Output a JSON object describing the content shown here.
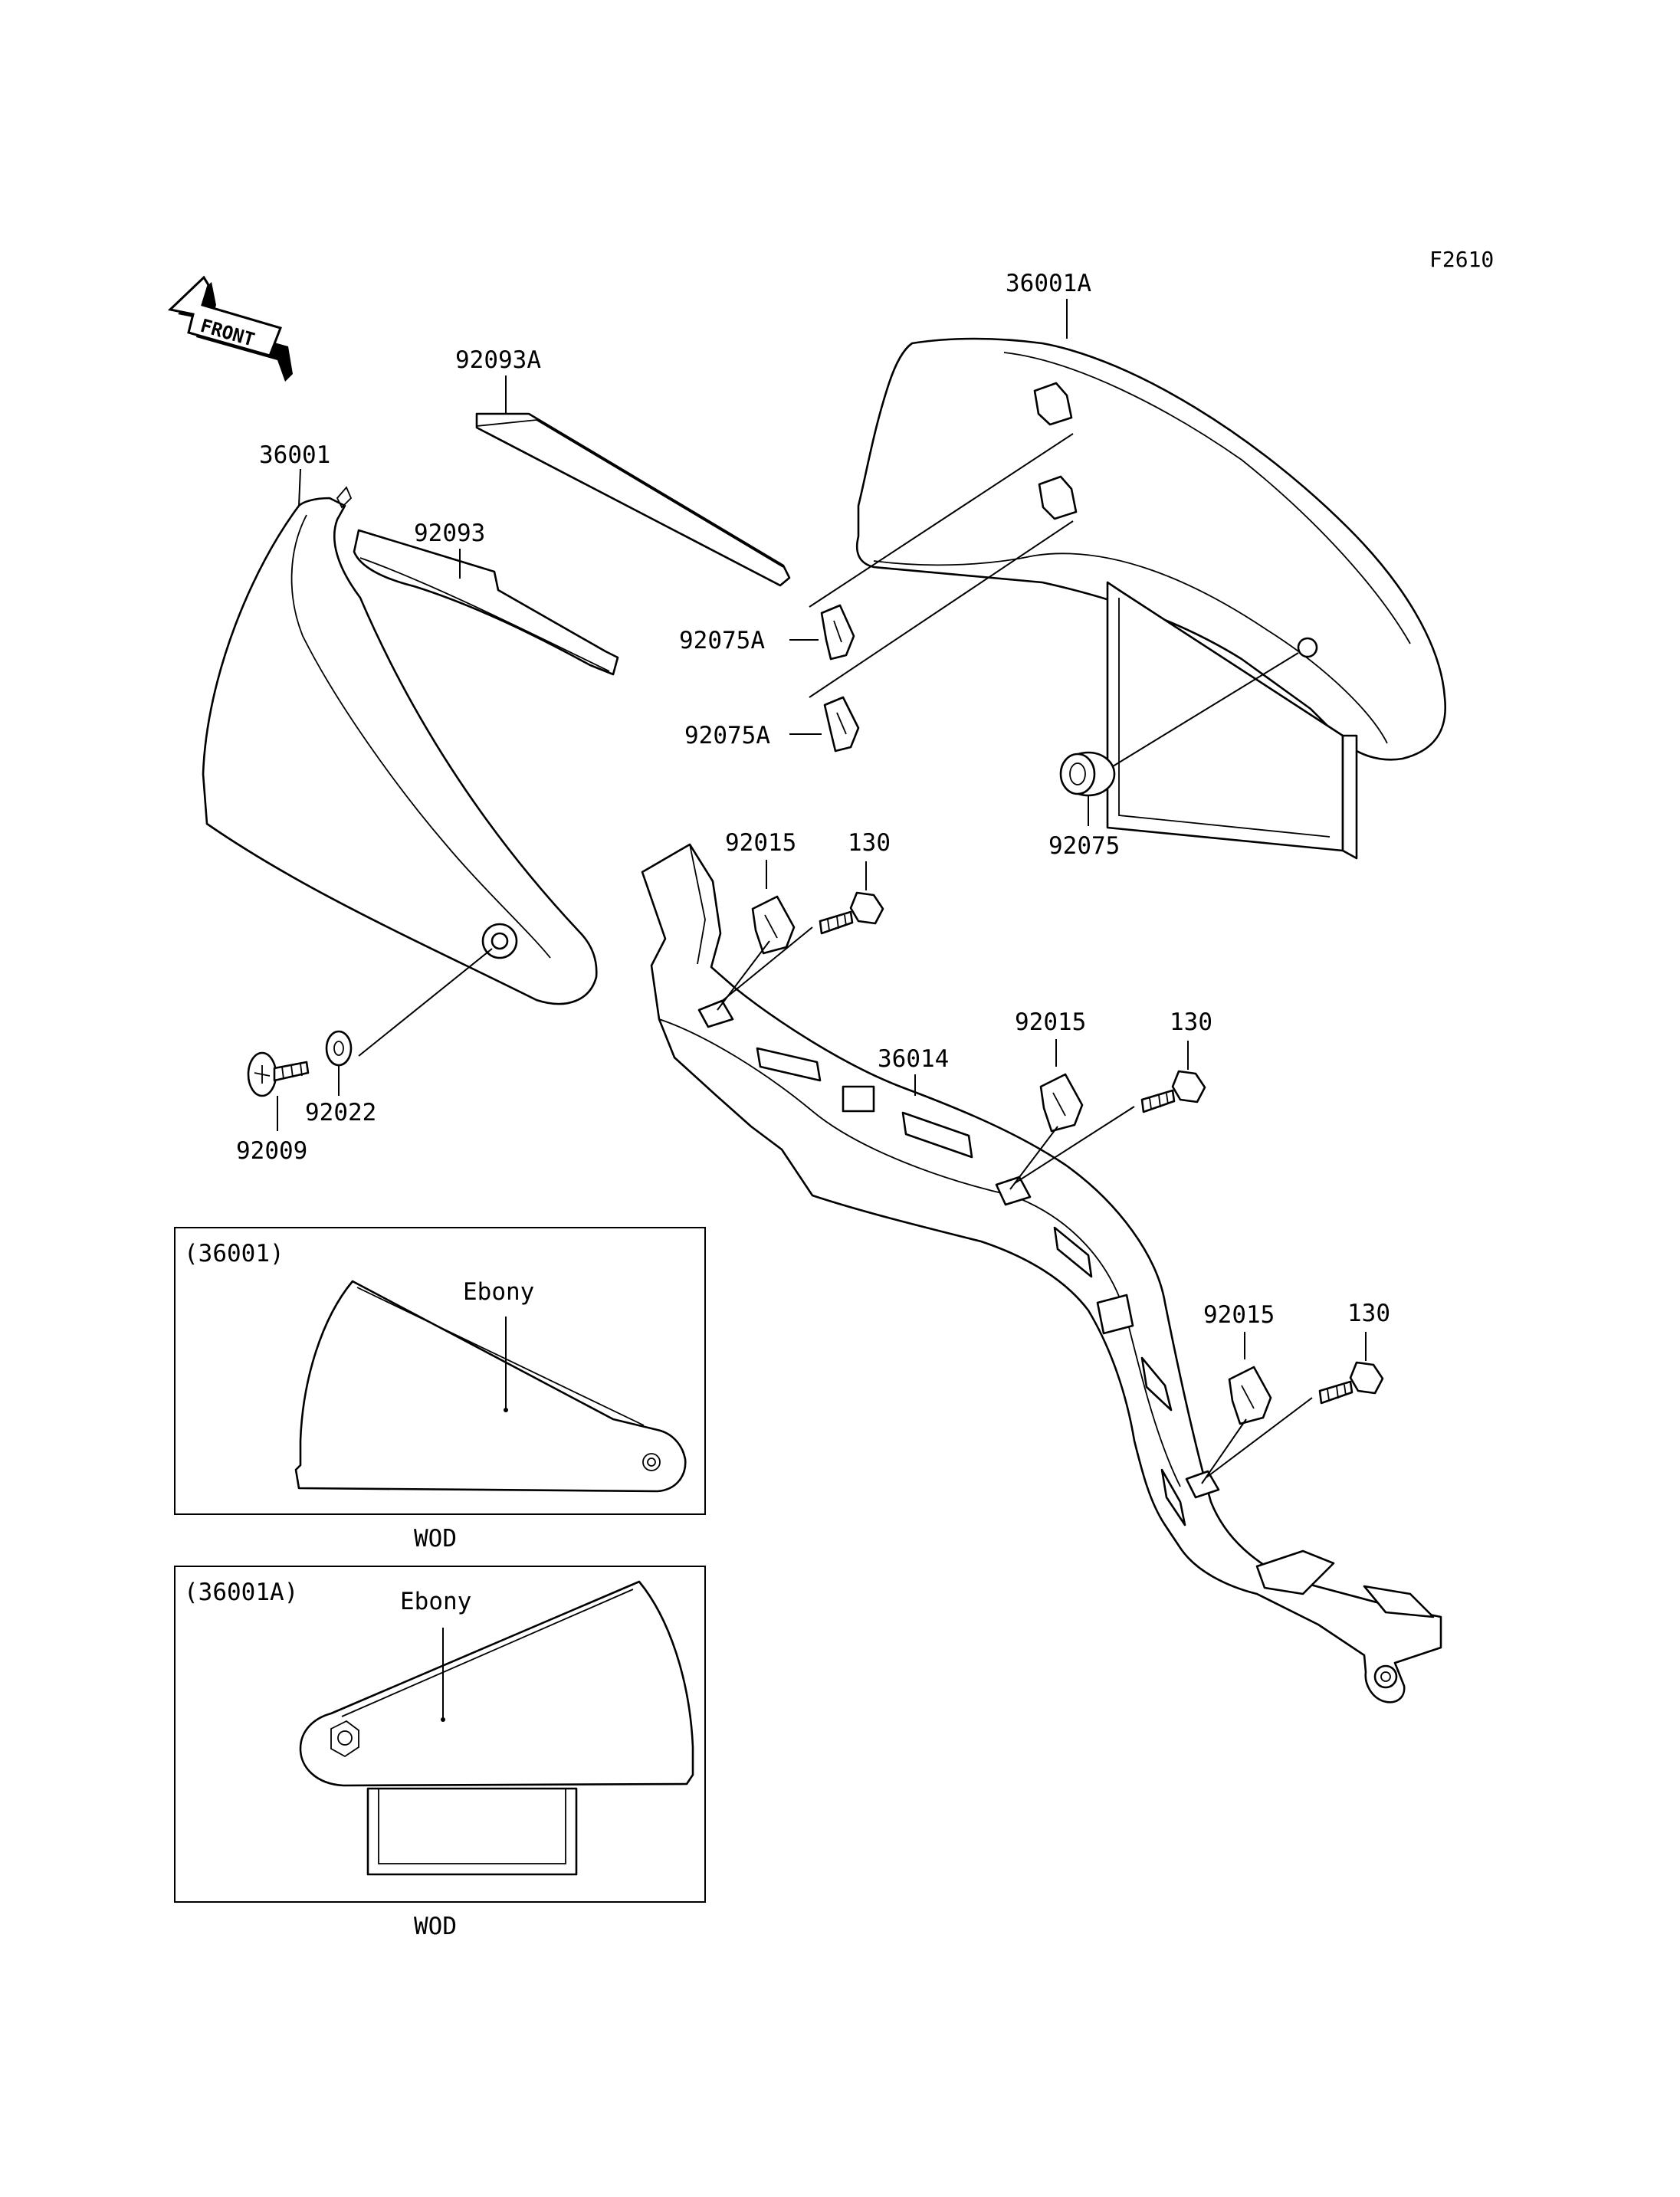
{
  "figure_code": "F2610",
  "front_badge": "FRONT",
  "parts": {
    "p36001A": "36001A",
    "p92093A": "92093A",
    "p36001": "36001",
    "p92093": "92093",
    "p92075A_1": "92075A",
    "p92075A_2": "92075A",
    "p92075": "92075",
    "p92015_1": "92015",
    "p130_1": "130",
    "p92015_2": "92015",
    "p130_2": "130",
    "p36014": "36014",
    "p92015_3": "92015",
    "p130_3": "130",
    "p92022": "92022",
    "p92009": "92009"
  },
  "inset1": {
    "ref": "(36001)",
    "color": "Ebony",
    "caption": "WOD"
  },
  "inset2": {
    "ref": "(36001A)",
    "color": "Ebony",
    "caption": "WOD"
  }
}
